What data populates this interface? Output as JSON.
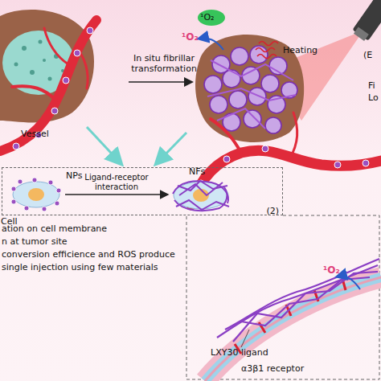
{
  "diagram": {
    "nodes": [
      {
        "text": [
          "(2)"
        ]
      },
      {
        "text": [
          "Cell"
        ],
        "in": 0
      },
      {
        "text": [
          "NFs"
        ],
        "in": 0
      },
      {
        "text": [
          "¹O₂"
        ]
      }
    ],
    "edges": [
      {
        "from": 1,
        "to": 2,
        "arrow": "to",
        "label": "Ligand-receptor interaction"
      }
    ],
    "labels": [
      "Vessel",
      "In situ fibrillar transformation",
      "¹O₂",
      "Heating",
      "(E",
      "Fi",
      "Lo",
      "NPs",
      "ation on cell membrane",
      "n at tumor site",
      "conversion efficience and ROS produce",
      "single injection using few materials",
      "¹O₂",
      "LXY30 ligand",
      "α3β1 receptor"
    ]
  }
}
